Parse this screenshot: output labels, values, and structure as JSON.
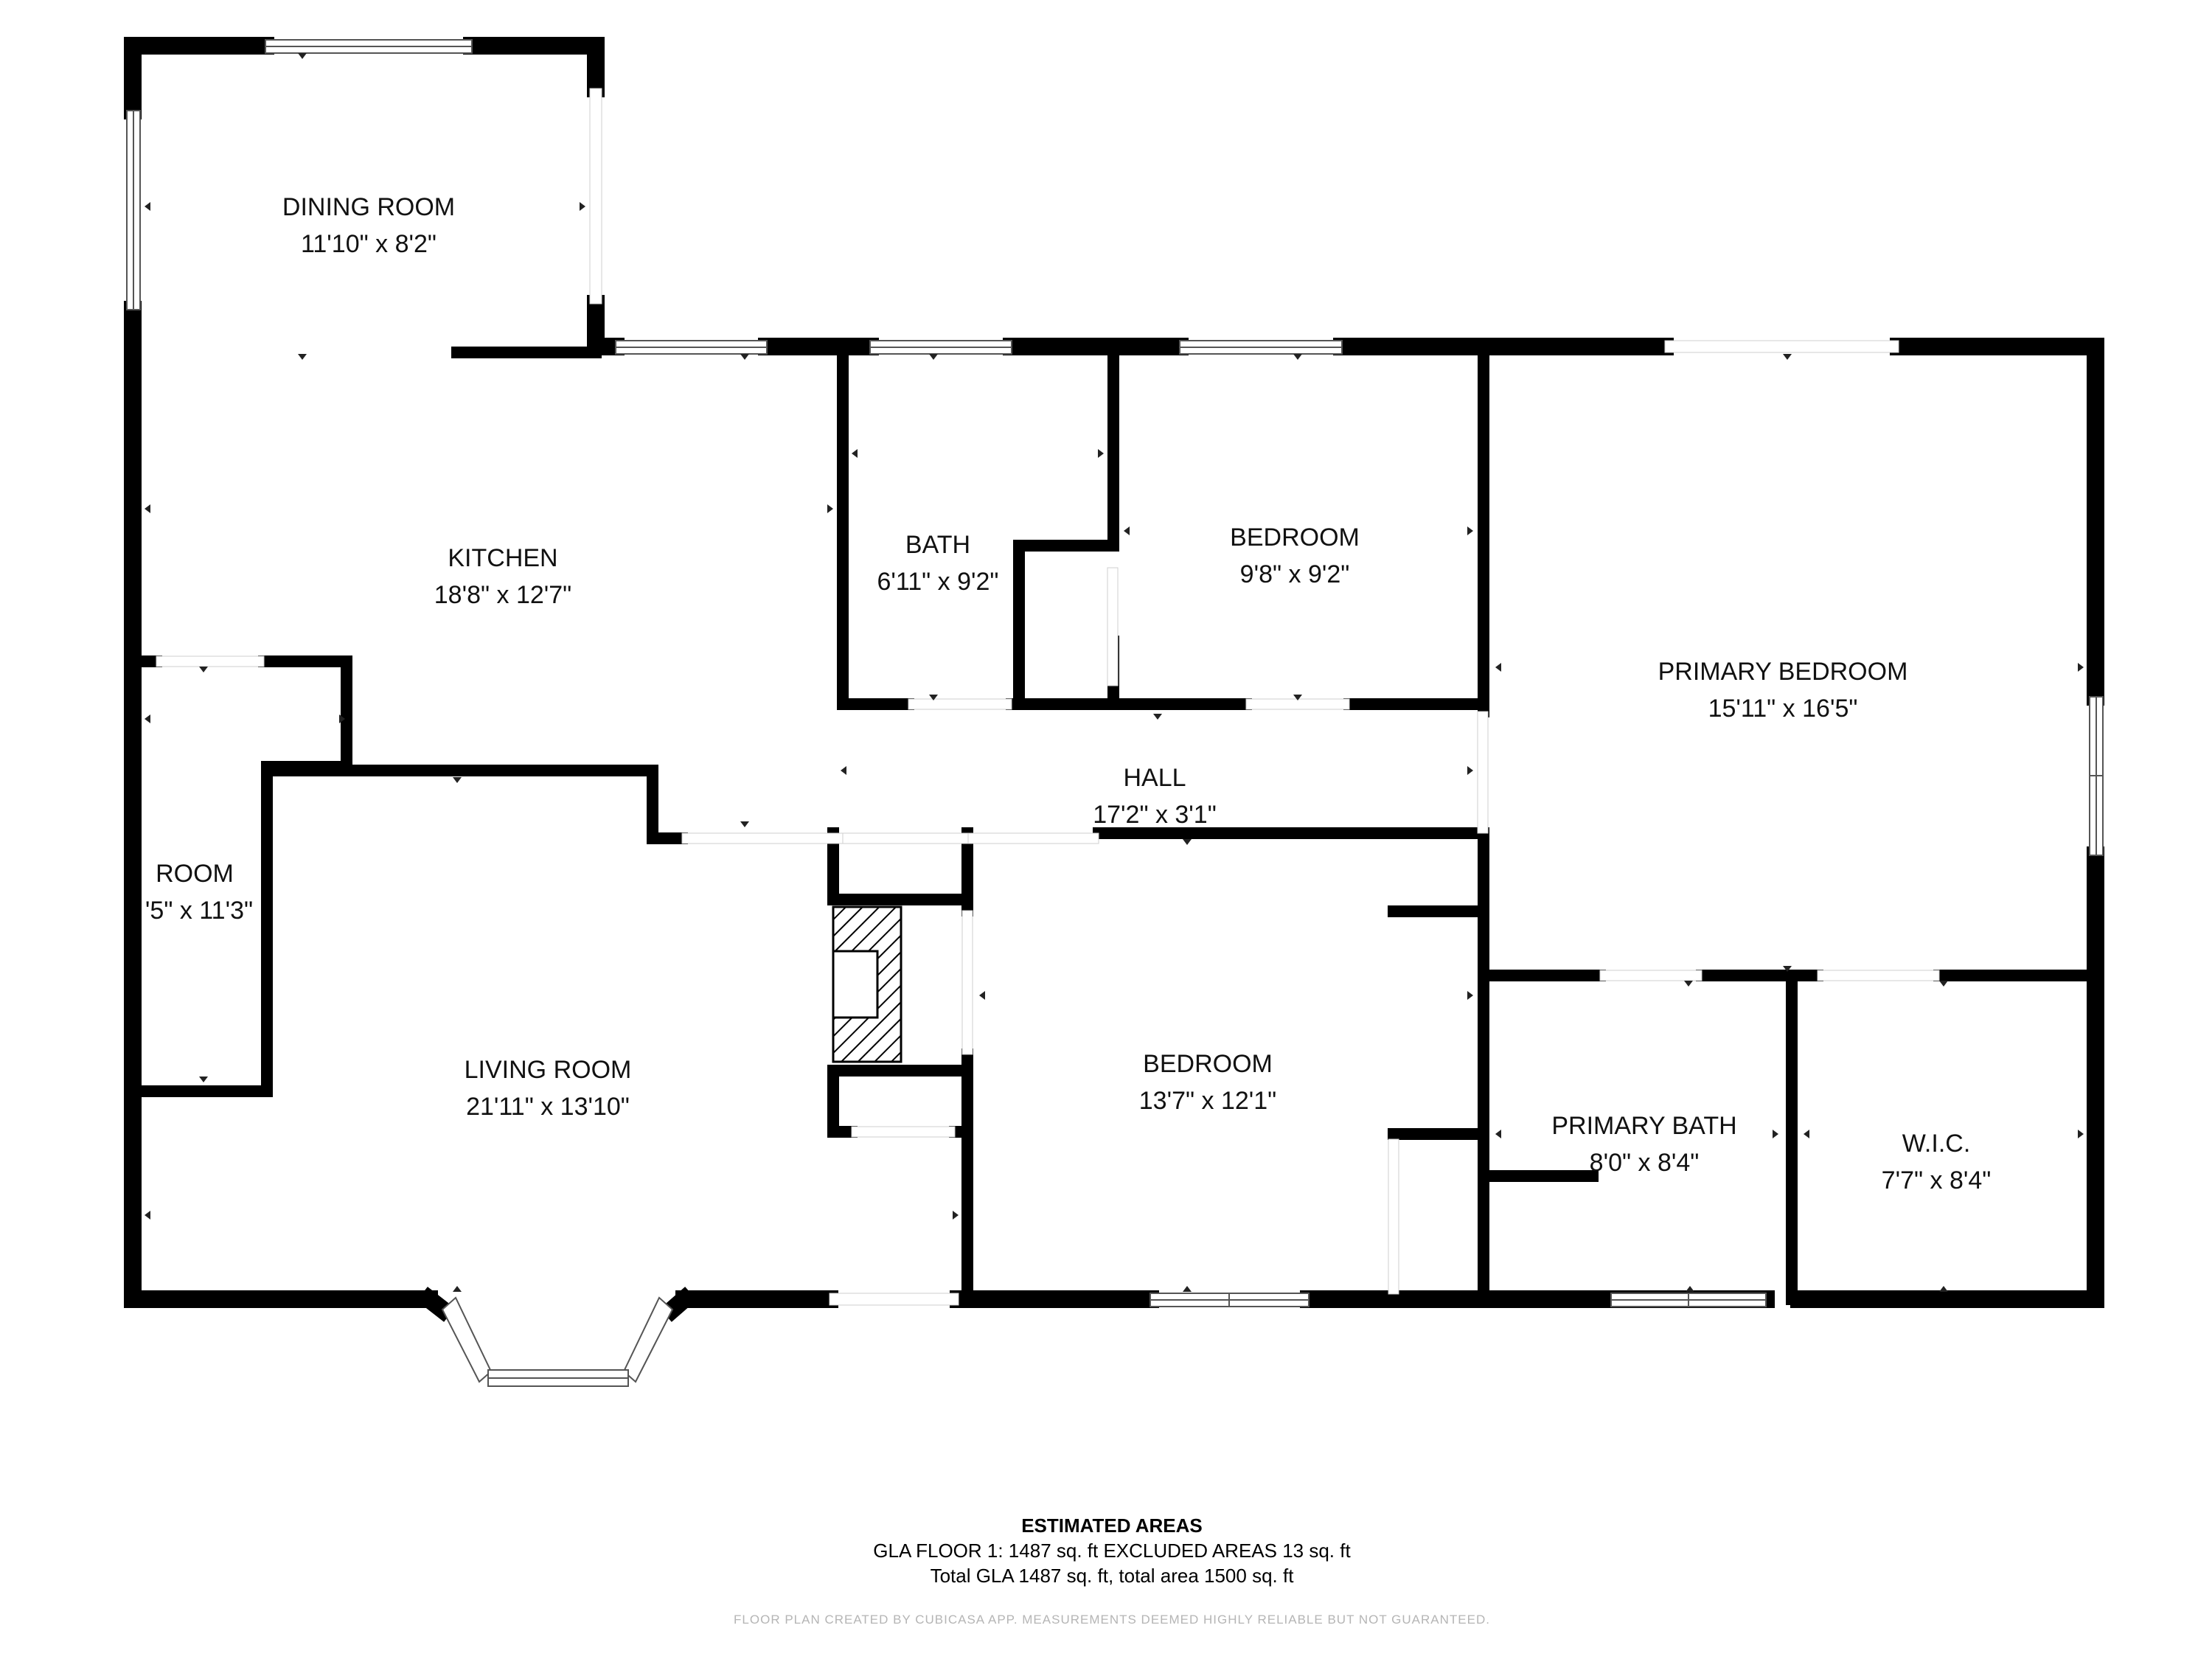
{
  "rooms": {
    "dining": {
      "name": "DINING ROOM",
      "dim": "11'10\" x 8'2\""
    },
    "kitchen": {
      "name": "KITCHEN",
      "dim": "18'8\" x 12'7\""
    },
    "bath": {
      "name": "BATH",
      "dim": "6'11\" x 9'2\""
    },
    "bedroom1": {
      "name": "BEDROOM",
      "dim": "9'8\" x 9'2\""
    },
    "primary_bedroom": {
      "name": "PRIMARY BEDROOM",
      "dim": "15'11\" x 16'5\""
    },
    "hall": {
      "name": "HALL",
      "dim": "17'2\" x 3'1\""
    },
    "room": {
      "name": "ROOM",
      "dim": "'5\" x 11'3\""
    },
    "living": {
      "name": "LIVING ROOM",
      "dim": "21'11\" x 13'10\""
    },
    "bedroom2": {
      "name": "BEDROOM",
      "dim": "13'7\" x 12'1\""
    },
    "primary_bath": {
      "name": "PRIMARY BATH",
      "dim": "8'0\" x 8'4\""
    },
    "wic": {
      "name": "W.I.C.",
      "dim": "7'7\" x 8'4\""
    }
  },
  "areas": {
    "title": "ESTIMATED AREAS",
    "line1": "GLA FLOOR 1: 1487 sq. ft EXCLUDED AREAS 13 sq. ft",
    "line2": "Total GLA 1487 sq. ft, total area 1500 sq. ft"
  },
  "disclaimer": "FLOOR PLAN CREATED BY CUBICASA APP. MEASUREMENTS DEEMED HIGHLY RELIABLE BUT NOT GUARANTEED."
}
